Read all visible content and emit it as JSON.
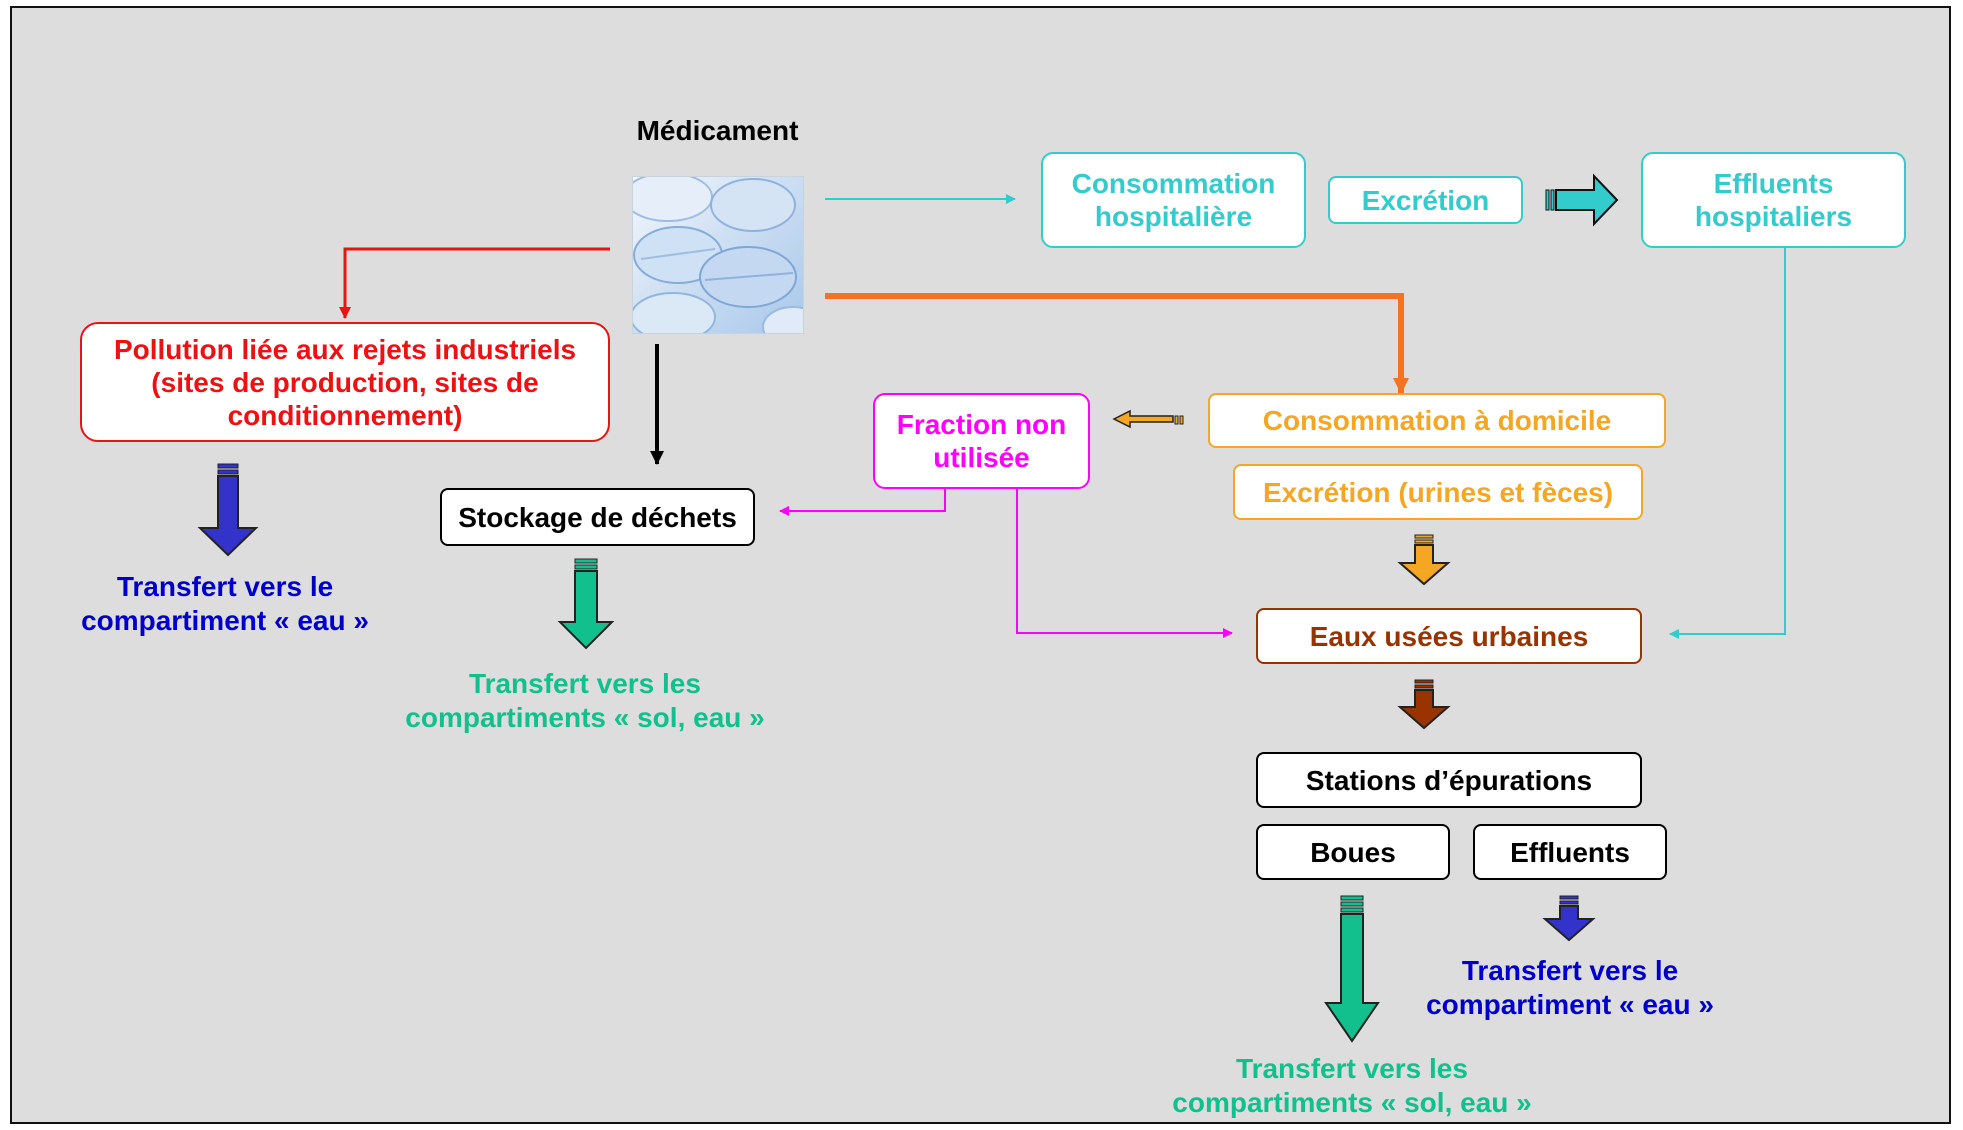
{
  "diagram": {
    "title": "Médicament",
    "nodes": {
      "consommation_hospitaliere": "Consommation hospitalière",
      "excretion_hospital": "Excrétion",
      "effluents_hospitaliers": "Effluents hospitaliers",
      "pollution_industrielle": "Pollution liée aux rejets industriels (sites de  production, sites de conditionnement)",
      "fraction_non_utilisee": "Fraction non utilisée",
      "consommation_domicile": "Consommation à domicile",
      "excretion_domicile": "Excrétion (urines et fèces)",
      "stockage_dechets": "Stockage de déchets",
      "eaux_usees_urbaines": "Eaux usées urbaines",
      "stations_epurations": "Stations d’épurations",
      "boues": "Boues",
      "effluents": "Effluents"
    },
    "outcomes": {
      "eau_industrial": "Transfert vers le compartiment « eau »",
      "sol_eau_stockage": "Transfert vers les compartiments « sol, eau »",
      "eau_effluents": "Transfert vers le compartiment « eau »",
      "sol_eau_boues": "Transfert vers les compartiments « sol, eau »"
    }
  },
  "colors": {
    "background": "#dddddd",
    "teal": "#33cccc",
    "red": "#ee1111",
    "orange": "#f47320",
    "light_orange": "#f5a623",
    "magenta": "#ff00ff",
    "brown": "#993300",
    "blue": "#0000cc",
    "green": "#11c08c",
    "black": "#000000"
  }
}
